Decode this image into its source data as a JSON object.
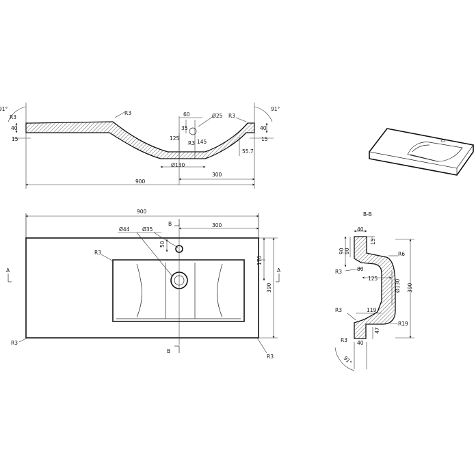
{
  "section_top": {
    "angle_left": "91°",
    "angle_right": "91°",
    "r_left": "R3",
    "r_mid": "R3",
    "r_right": "R3",
    "r_drain": "R3",
    "d_40_left": "40",
    "d_40_right": "40",
    "d_15_left": "15",
    "d_15_right": "15",
    "d_60": "60",
    "d_35": "35",
    "d_125": "125",
    "d_145": "145",
    "d_phi25": "Ø25",
    "d_phi130": "Ø130",
    "d_55_7": "55.7",
    "d_300": "300",
    "d_900": "900"
  },
  "plan_view": {
    "d_900": "900",
    "d_phi44": "Ø44",
    "d_phi35": "Ø35",
    "d_300": "300",
    "d_50": "50",
    "d_170": "170",
    "d_390": "390",
    "r_inner": "R3",
    "r_bottom_left": "R3",
    "r_bottom_right": "R3",
    "section_mark_a_left": "A",
    "section_mark_a_right": "A",
    "section_mark_b_top": "B",
    "section_mark_b_bottom": "B"
  },
  "section_bb": {
    "title": "B-B",
    "d_40_top": "40",
    "d_15": "15",
    "d_90_a": "90",
    "d_90_b": "90",
    "r3_top": "R3",
    "d_80": "80",
    "r6": "R6",
    "d_125": "125",
    "d_phi130": "Ø130",
    "d_390": "390",
    "r3_mid": "R3",
    "d_119": "119",
    "r19": "R19",
    "d_47": "47",
    "r3_bottom": "R3",
    "d_40_bottom": "40",
    "angle_bottom": "91°"
  }
}
